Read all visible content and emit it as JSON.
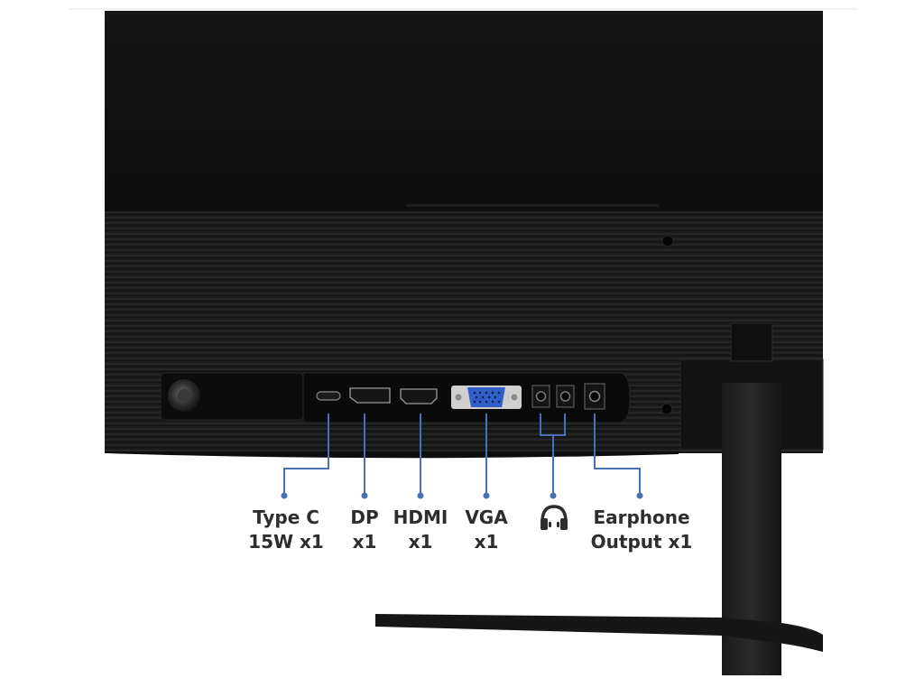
{
  "scene": {
    "description_colors": {
      "monitor_body": "#121212",
      "ribbed_panel": "#1b1b1b",
      "connector_line": "#4a6fb5",
      "vga_port": "#2f5fc9",
      "label_text": "#2d2d2d",
      "background": "#ffffff"
    }
  },
  "ports": [
    {
      "id": "type-c",
      "line1": "Type C",
      "line2": "15W x1"
    },
    {
      "id": "dp",
      "line1": "DP",
      "line2": "x1"
    },
    {
      "id": "hdmi",
      "line1": "HDMI",
      "line2": "x1"
    },
    {
      "id": "vga",
      "line1": "VGA",
      "line2": "x1"
    },
    {
      "id": "audio",
      "icon": "headphones-icon"
    },
    {
      "id": "earphone",
      "line1": "Earphone",
      "line2": "Output x1"
    }
  ]
}
